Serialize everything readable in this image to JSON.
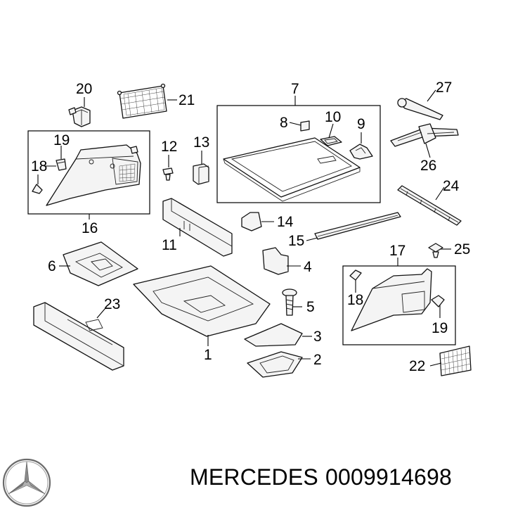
{
  "diagram": {
    "callouts": {
      "c1": "1",
      "c2": "2",
      "c3": "3",
      "c4": "4",
      "c5": "5",
      "c6": "6",
      "c7": "7",
      "c8": "8",
      "c9": "9",
      "c10": "10",
      "c11": "11",
      "c12": "12",
      "c13": "13",
      "c14": "14",
      "c15": "15",
      "c16": "16",
      "c17": "17",
      "c18a": "18",
      "c18b": "18",
      "c19a": "19",
      "c19b": "19",
      "c20": "20",
      "c21": "21",
      "c22": "22",
      "c23": "23",
      "c24": "24",
      "c25": "25",
      "c26": "26",
      "c27": "27"
    }
  },
  "footer": {
    "brand": "MERCEDES",
    "part_number": "0009914698",
    "logo": "mercedes-star-logo"
  },
  "colors": {
    "line": "#000000",
    "background": "#ffffff"
  }
}
